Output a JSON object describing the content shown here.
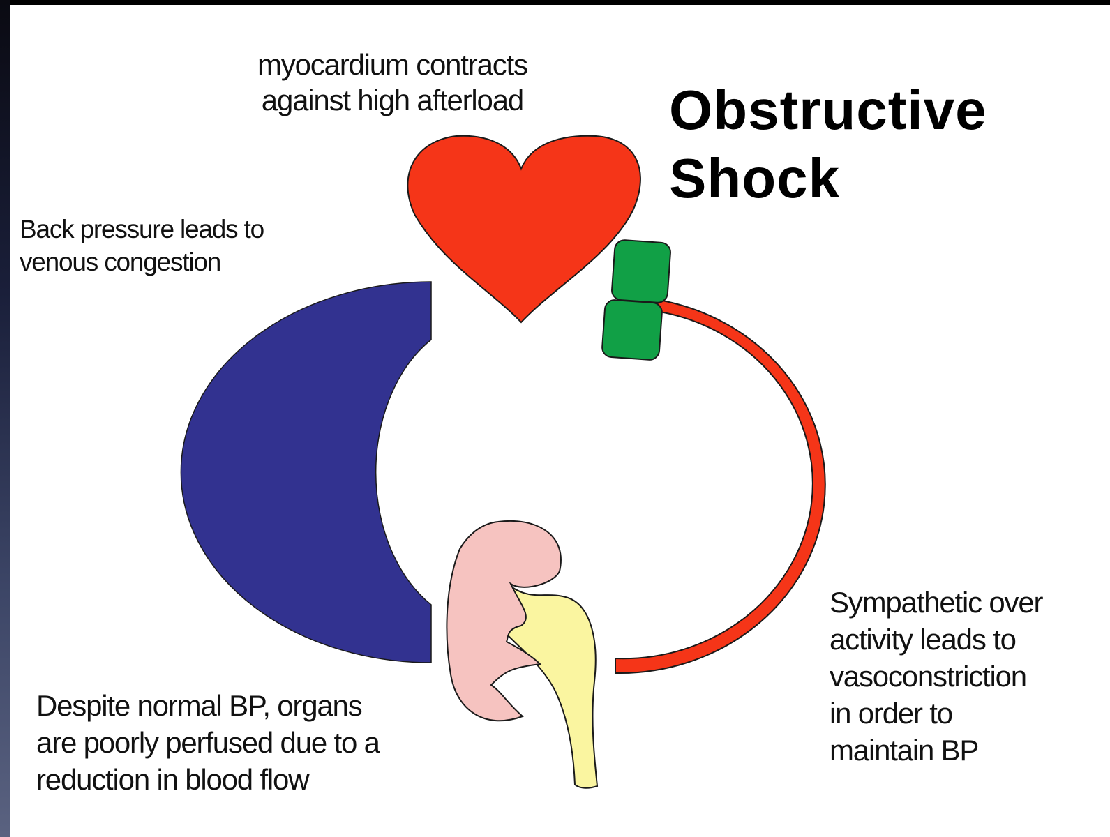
{
  "title": "Obstructive\nShock",
  "labels": {
    "myocardium": "myocardium contracts\nagainst high afterload",
    "back_pressure": "Back pressure leads to\nvenous congestion",
    "despite": "Despite normal BP, organs\nare poorly perfused due to a\nreduction in blood flow",
    "sympathetic": "Sympathetic over\nactivity leads to\nvasoconstriction\nin order to\nmaintain BP"
  },
  "colors": {
    "heart": "#F53518",
    "artery": "#F53518",
    "vein": "#323290",
    "obstruction": "#11A046",
    "kidney": "#F6C3C0",
    "ureter": "#FAF5A0",
    "outline": "#1A1A1A"
  }
}
